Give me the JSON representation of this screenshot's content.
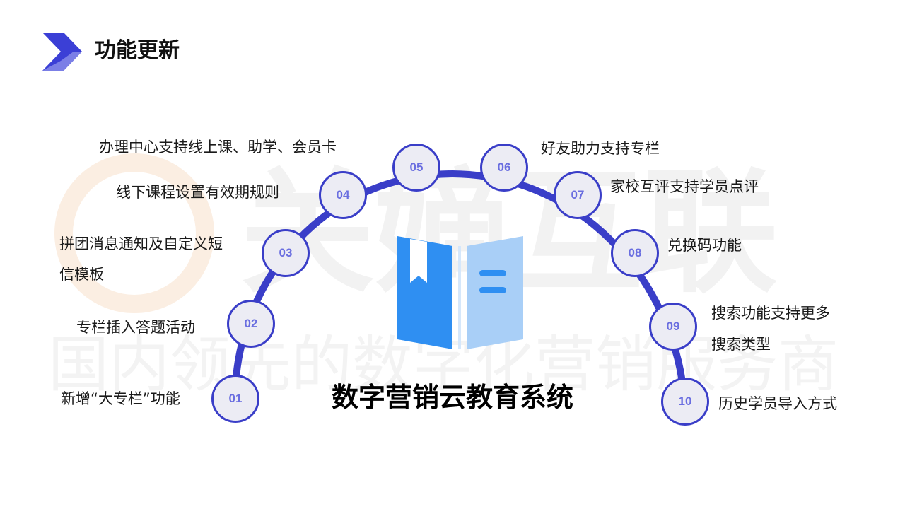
{
  "header": {
    "title": "功能更新"
  },
  "watermark": {
    "brand": "关嫡互联",
    "slogan": "国内领先的数字化营销服务商"
  },
  "center": {
    "caption": "数字营销云教育系统",
    "icon": "open-book-icon"
  },
  "colors": {
    "accent": "#3a3ec8",
    "node_fill": "#ececf4",
    "node_text": "#6a6ee0",
    "book_blue": "#2f8ff2",
    "book_light": "#a9cff7"
  },
  "features": [
    {
      "num": "01",
      "lines": [
        "新增“大专栏”功能"
      ]
    },
    {
      "num": "02",
      "lines": [
        "专栏插入答题活动"
      ]
    },
    {
      "num": "03",
      "lines": [
        "拼团消息通知及自定义短",
        "信模板"
      ]
    },
    {
      "num": "04",
      "lines": [
        "线下课程设置有效期规则"
      ]
    },
    {
      "num": "05",
      "lines": [
        "办理中心支持线上课、助学、会员卡"
      ]
    },
    {
      "num": "06",
      "lines": [
        "好友助力支持专栏"
      ]
    },
    {
      "num": "07",
      "lines": [
        "家校互评支持学员点评"
      ]
    },
    {
      "num": "08",
      "lines": [
        "兑换码功能"
      ]
    },
    {
      "num": "09",
      "lines": [
        "搜索功能支持更多",
        "搜索类型"
      ]
    },
    {
      "num": "10",
      "lines": [
        "历史学员导入方式"
      ]
    }
  ]
}
